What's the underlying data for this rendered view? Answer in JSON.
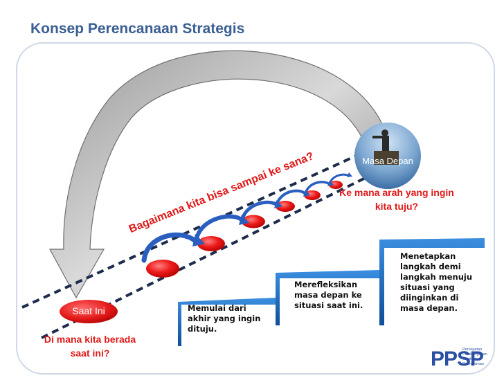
{
  "title": "Konsep Perencanaan Strategis",
  "points": {
    "now_label": "Saat Ini",
    "future_label": "Masa Depan"
  },
  "questions": {
    "now": "Di mana kita berada saat ini?",
    "future": "Ke mana arah yang ingin kita tuju?",
    "how": "Bagaimana kita bisa sampai ke sana?"
  },
  "steps": [
    "Memulai dari akhir yang ingin dituju.",
    "Merefleksikan masa depan ke situasi saat ini.",
    "Menetapkan langkah demi langkah menuju situasi yang diinginkan di masa depan."
  ],
  "logo": {
    "name": "PPSP",
    "subtitle": [
      "Percepatan",
      "Pembangunan",
      "Sanitasi",
      "Permukiman"
    ]
  },
  "colors": {
    "title": "#3a5f93",
    "question_text": "#e01818",
    "stair_blue": "#1f6fc1",
    "arrow_blue": "#2a5fc0",
    "dot_red": "#e82020"
  }
}
